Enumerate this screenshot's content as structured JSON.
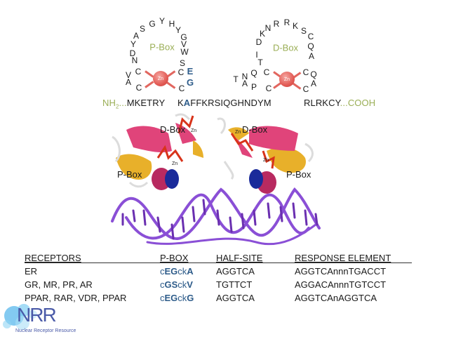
{
  "p_box_finger": {
    "label": "P-Box",
    "zn_label": "Zn",
    "residues": [
      "C",
      "V",
      "A",
      "C",
      "N",
      "D",
      "Y",
      "A",
      "S",
      "G",
      "Y",
      "H",
      "Y",
      "G",
      "V",
      "W",
      "S",
      "C",
      "C"
    ],
    "highlighted": [
      "E",
      "G"
    ]
  },
  "d_box_finger": {
    "label": "D-Box",
    "zn_label": "Zn",
    "residues": [
      "C",
      "P",
      "A",
      "N",
      "T",
      "Q",
      "C",
      "T",
      "I",
      "D",
      "K",
      "N",
      "R",
      "R",
      "K",
      "S",
      "C",
      "Q",
      "A",
      "C",
      "Q",
      "A",
      "C"
    ]
  },
  "sequence": {
    "n_term": "NH",
    "n_term_sub": "2",
    "ellipsis1": "...",
    "seg1": "MKETRY",
    "seg2_k": "K",
    "seg2_a": "A",
    "seg2_rest": "FFKRSIQGHNDYM",
    "seg3": "RLRKCY",
    "ellipsis2": "...",
    "c_term": "COOH"
  },
  "structure": {
    "labels": {
      "d_box_left": "D-Box",
      "d_box_right": "D-Box",
      "p_box_left": "P-Box",
      "p_box_right": "P-Box",
      "zn": "Zn"
    }
  },
  "table": {
    "headers": [
      "RECEPTORS",
      "P-BOX",
      "HALF-SITE",
      "RESPONSE ELEMENT"
    ],
    "rows": [
      {
        "receptors": "ER",
        "pbox": [
          {
            "t": "c",
            "b": false
          },
          {
            "t": "EG",
            "b": true
          },
          {
            "t": "ck",
            "b": false
          },
          {
            "t": "A",
            "b": true
          }
        ],
        "half_site": "AGGTCA",
        "response_element": "AGGTCAnnnTGACCT"
      },
      {
        "receptors": "GR, MR, PR, AR",
        "pbox": [
          {
            "t": "c",
            "b": false
          },
          {
            "t": "GS",
            "b": true
          },
          {
            "t": "ck",
            "b": false
          },
          {
            "t": "V",
            "b": true
          }
        ],
        "half_site": "TGTTCT",
        "response_element": "AGGACAnnnTGTCCT"
      },
      {
        "receptors": "PPAR, RAR, VDR, PPAR",
        "pbox": [
          {
            "t": "c",
            "b": false
          },
          {
            "t": "EG",
            "b": true
          },
          {
            "t": "ck",
            "b": false
          },
          {
            "t": "G",
            "b": true
          }
        ],
        "half_site": "AGGTCA",
        "response_element": "AGGTCAnAGGTCA"
      }
    ]
  },
  "logo": {
    "mark": "NRR",
    "subtitle": "Nuclear Receptor Resource"
  },
  "colors": {
    "box_label": "#9aae55",
    "highlight_blue": "#2e5c8a",
    "zn": "#e25b55",
    "dna": "#7b3fc4",
    "helix": "#e0447a",
    "sheet": "#e8b02a"
  }
}
